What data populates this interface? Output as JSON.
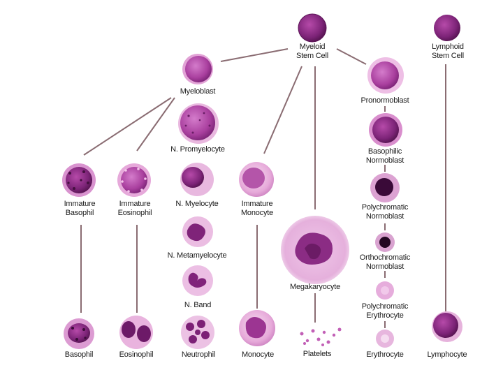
{
  "colors": {
    "line": "#8a6c72",
    "cell_light": "#e9b2dc",
    "cell_mid": "#b34aa6",
    "cell_dark": "#6e1d6a",
    "nucleus": "#5a1258",
    "nucleus_black": "#2a0a2a"
  },
  "labels": {
    "myeloid_stem_cell": [
      "Myeloid",
      "Stem Cell"
    ],
    "lymphoid_stem_cell": [
      "Lymphoid",
      "Stem Cell"
    ],
    "myeloblast": [
      "Myeloblast"
    ],
    "promyelocyte": [
      "N. Promyelocyte"
    ],
    "pronormoblast": [
      "Pronormoblast"
    ],
    "basophilic_normoblast": [
      "Basophilic",
      "Normoblast"
    ],
    "immature_basophil": [
      "Immature",
      "Basophil"
    ],
    "immature_eosinophil": [
      "Immature",
      "Eosinophil"
    ],
    "myelocyte": [
      "N. Myelocyte"
    ],
    "immature_monocyte": [
      "Immature",
      "Monocyte"
    ],
    "polychromatic_normoblast": [
      "Polychromatic",
      "Normoblast"
    ],
    "metamyelocyte": [
      "N. Metamyelocyte"
    ],
    "orthochromatic_normoblast": [
      "Orthochromatic",
      "Normoblast"
    ],
    "megakaryocyte": [
      "Megakaryocyte"
    ],
    "band": [
      "N. Band"
    ],
    "polychromatic_erythrocyte": [
      "Polychromatic",
      "Erythrocyte"
    ],
    "basophil": [
      "Basophil"
    ],
    "eosinophil": [
      "Eosinophil"
    ],
    "neutrophil": [
      "Neutrophil"
    ],
    "monocyte": [
      "Monocyte"
    ],
    "platelets": [
      "Platelets"
    ],
    "erythrocyte": [
      "Erythrocyte"
    ],
    "lymphocyte": [
      "Lymphocyte"
    ]
  }
}
